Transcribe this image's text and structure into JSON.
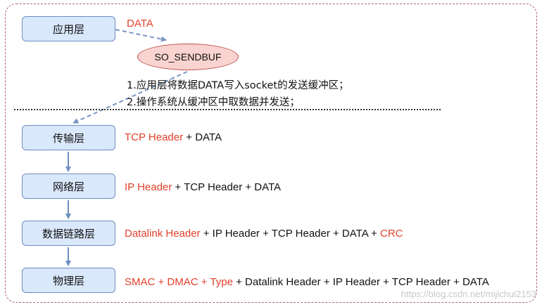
{
  "layers": {
    "application": "应用层",
    "transport": "传输层",
    "network": "网络层",
    "datalink": "数据链路层",
    "physical": "物理层"
  },
  "app_data_label": "DATA",
  "buffer_label": "SO_SENDBUF",
  "notes": {
    "line1": "1.应用层将数据DATA写入socket的发送缓冲区；",
    "line2": "2.操作系统从缓冲区中取数据并发送；"
  },
  "packets": {
    "transport": [
      {
        "text": "TCP Header",
        "color": "#e0402a"
      },
      {
        "text": " + DATA",
        "color": "#111111"
      }
    ],
    "network": [
      {
        "text": "IP Header",
        "color": "#e0402a"
      },
      {
        "text": " + TCP Header + DATA",
        "color": "#111111"
      }
    ],
    "datalink": [
      {
        "text": "Datalink Header",
        "color": "#e0402a"
      },
      {
        "text": " + IP Header + TCP Header + DATA + ",
        "color": "#111111"
      },
      {
        "text": "CRC",
        "color": "#e0402a"
      }
    ],
    "physical": [
      {
        "text": "SMAC + DMAC + Type",
        "color": "#e0402a"
      },
      {
        "text": " + Datalink Header + IP Header + TCP Header + DATA",
        "color": "#111111"
      }
    ]
  },
  "watermark": "https://blog.csdn.net/mijichui2153",
  "colors": {
    "frame": "#b5617a",
    "layer_fill": "#dae8fc",
    "layer_border": "#6c8ebf",
    "buffer_fill": "#f9d3cf",
    "buffer_border": "#c0504d",
    "highlight": "#e0402a",
    "arrow": "#6c8ebf"
  }
}
